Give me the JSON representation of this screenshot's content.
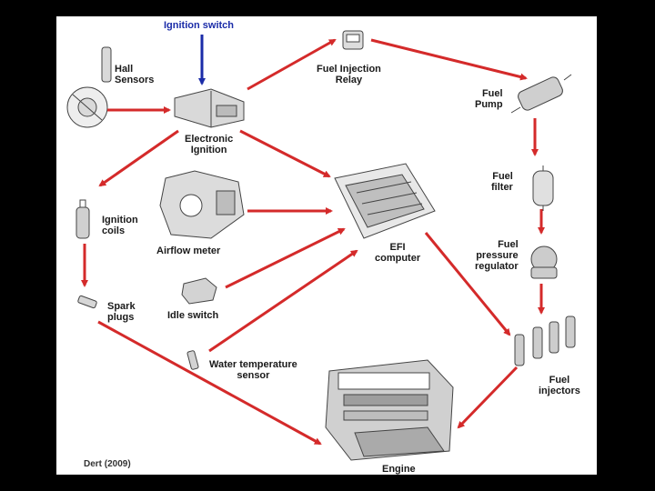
{
  "labels": {
    "ignition_switch": "Ignition switch",
    "fuel_injection_relay": [
      "Fuel Injection",
      "Relay"
    ],
    "hall_sensors": [
      "Hall",
      "Sensors"
    ],
    "fuel_pump": [
      "Fuel",
      "Pump"
    ],
    "electronic_ignition": [
      "Electronic",
      "Ignition"
    ],
    "fuel_filter": [
      "Fuel",
      "filter"
    ],
    "ignition_coils": [
      "Ignition",
      "coils"
    ],
    "airflow_meter": "Airflow meter",
    "efi_computer": [
      "EFI",
      "computer"
    ],
    "fuel_pressure_regulator": [
      "Fuel",
      "pressure",
      "regulator"
    ],
    "spark_plugs": [
      "Spark",
      "plugs"
    ],
    "idle_switch": "Idle switch",
    "water_temperature_sensor": [
      "Water temperature",
      "sensor"
    ],
    "fuel_injectors": [
      "Fuel",
      "injectors"
    ],
    "engine": "Engine",
    "credit": "Dert (2009)"
  },
  "colors": {
    "background": "#000000",
    "panel": "#ffffff",
    "arrow_red": "#d42a2a",
    "arrow_blue": "#1b2ca8",
    "ignition_switch_text": "#1b2ca8",
    "component_stroke": "#444444",
    "component_fill": "#d9d9d9"
  }
}
